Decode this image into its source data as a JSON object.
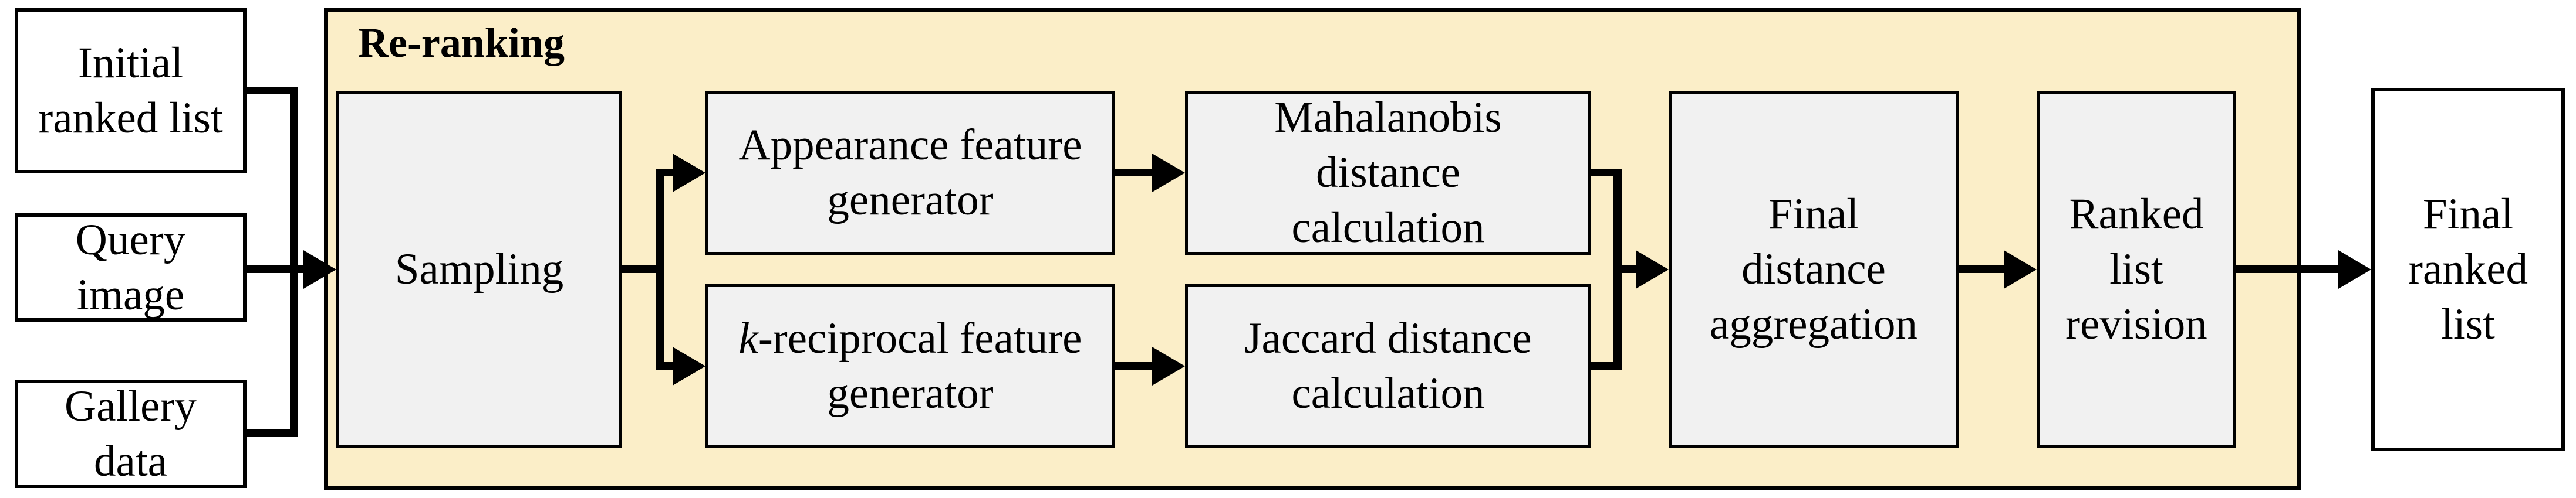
{
  "title": "Re-ranking",
  "inputs": {
    "initial": {
      "lines": [
        "Initial",
        "ranked list"
      ]
    },
    "query": {
      "lines": [
        "Query",
        "image"
      ]
    },
    "gallery": {
      "lines": [
        "Gallery",
        "data"
      ]
    }
  },
  "nodes": {
    "sampling": {
      "label": "Sampling"
    },
    "appearance": {
      "lines": [
        "Appearance feature",
        "generator"
      ]
    },
    "kreciprocal": {
      "k_italic": "k",
      "line1_rest": "-reciprocal feature",
      "line2": "generator"
    },
    "mahalanobis": {
      "lines": [
        "Mahalanobis",
        "distance",
        "calculation"
      ]
    },
    "jaccard": {
      "lines": [
        "Jaccard distance",
        "calculation"
      ]
    },
    "final_aggregation": {
      "lines": [
        "Final",
        "distance",
        "aggregation"
      ]
    },
    "ranked_revision": {
      "lines": [
        "Ranked",
        "list",
        "revision"
      ]
    }
  },
  "output": {
    "lines": [
      "Final",
      "ranked",
      "list"
    ]
  },
  "colors": {
    "container_fill": "#FBEEC8",
    "node_fill": "#F1F1F1",
    "input_fill": "#FFFFFF",
    "line_color": "#000000"
  }
}
